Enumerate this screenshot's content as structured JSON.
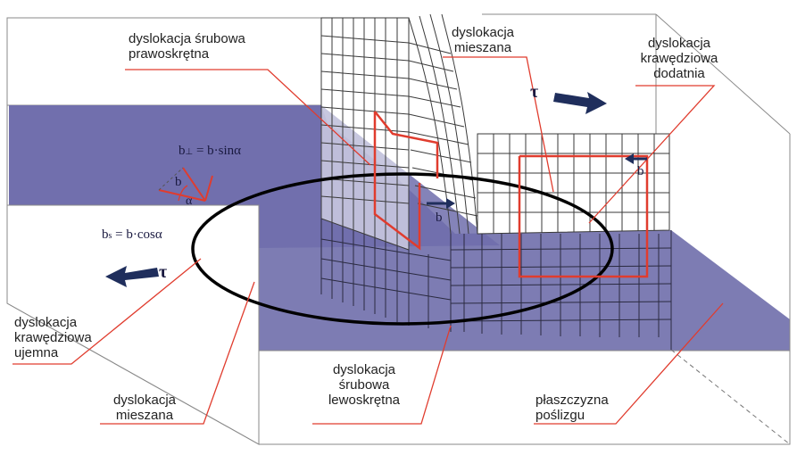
{
  "labels": {
    "screw_right_l1": "dyslokacja śrubowa",
    "screw_right_l2": "prawoskrętna",
    "mixed_top_l1": "dyslokacja",
    "mixed_top_l2": "mieszana",
    "edge_pos_l1": "dyslokacja",
    "edge_pos_l2": "krawędziowa",
    "edge_pos_l3": "dodatnia",
    "edge_neg_l1": "dyslokacja",
    "edge_neg_l2": "krawędziowa",
    "edge_neg_l3": "ujemna",
    "mixed_bottom_l1": "dyslokacja",
    "mixed_bottom_l2": "mieszana",
    "screw_left_l1": "dyslokacja",
    "screw_left_l2": "śrubowa",
    "screw_left_l3": "lewoskrętna",
    "slip_plane_l1": "płaszczyzna",
    "slip_plane_l2": "poślizgu"
  },
  "symbols": {
    "tau": "τ",
    "b": "b",
    "alpha": "α",
    "b_perp_lhs": "b",
    "b_perp_sub": "⊥",
    "b_perp_rhs": " = b·sinα",
    "b_s_lhs": "b",
    "b_s_sub": "s",
    "b_s_rhs": " = b·cosα"
  },
  "colors": {
    "slip_plane": "#6b6aa8",
    "leader_lines": "#e03c2e",
    "dislocation_loop": "#000000",
    "arrows": "#1f2e5c"
  }
}
